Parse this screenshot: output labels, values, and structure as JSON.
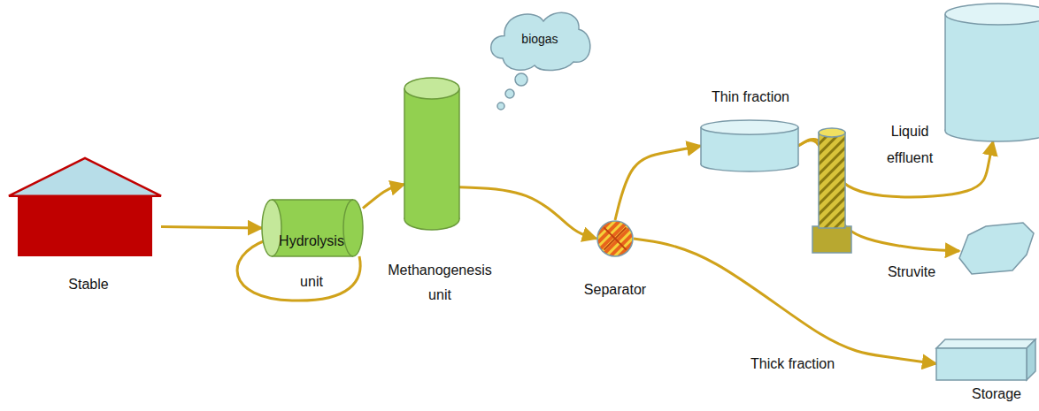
{
  "diagram": {
    "nodes": [
      {
        "text": [
          "Stable"
        ]
      },
      {
        "text": [
          "Hydrolysis unit"
        ]
      },
      {
        "text": [
          "Methanogenesis unit"
        ]
      },
      {
        "text": [
          "biogas"
        ]
      },
      {
        "text": [
          "Separator"
        ]
      },
      {
        "text": [
          "Thin fraction"
        ]
      },
      {
        "text": [
          "Liquid effluent"
        ]
      },
      {
        "text": [
          "Struvite"
        ]
      },
      {
        "text": [
          "Storage"
        ]
      }
    ],
    "edges": [
      {
        "from": 0,
        "to": 1,
        "arrow": "to"
      },
      {
        "from": 1,
        "to": 2,
        "arrow": "to"
      },
      {
        "from": 2,
        "to": 4,
        "arrow": "to"
      },
      {
        "from": 4,
        "to": 5,
        "arrow": "to"
      },
      {
        "from": 4,
        "to": 8,
        "label": "Thick fraction",
        "arrow": "to"
      },
      {
        "from": 5,
        "to": 6,
        "arrow": "to"
      },
      {
        "from": 5,
        "to": 7,
        "arrow": "to"
      }
    ]
  }
}
